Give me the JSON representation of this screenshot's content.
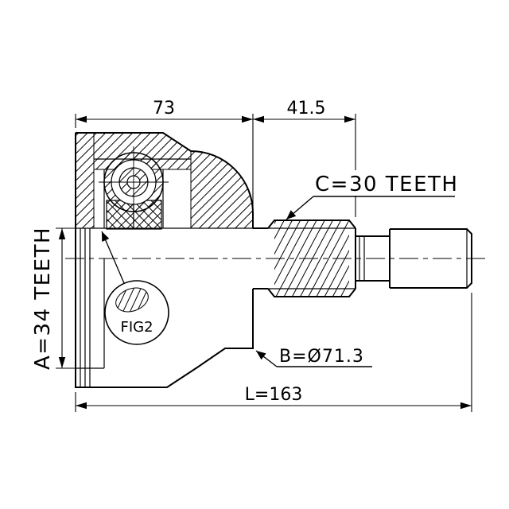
{
  "drawing": {
    "labels": {
      "dim_housing_length": "73",
      "dim_spline_length": "41.5",
      "outer_spline_teeth": "C=30 TEETH",
      "inner_spline_teeth": "A=34 TEETH",
      "figure_ref": "FIG2",
      "outer_diameter": "B=Ø71.3",
      "total_length": "L=163"
    },
    "colors": {
      "line": "#000000",
      "background": "#ffffff"
    }
  }
}
